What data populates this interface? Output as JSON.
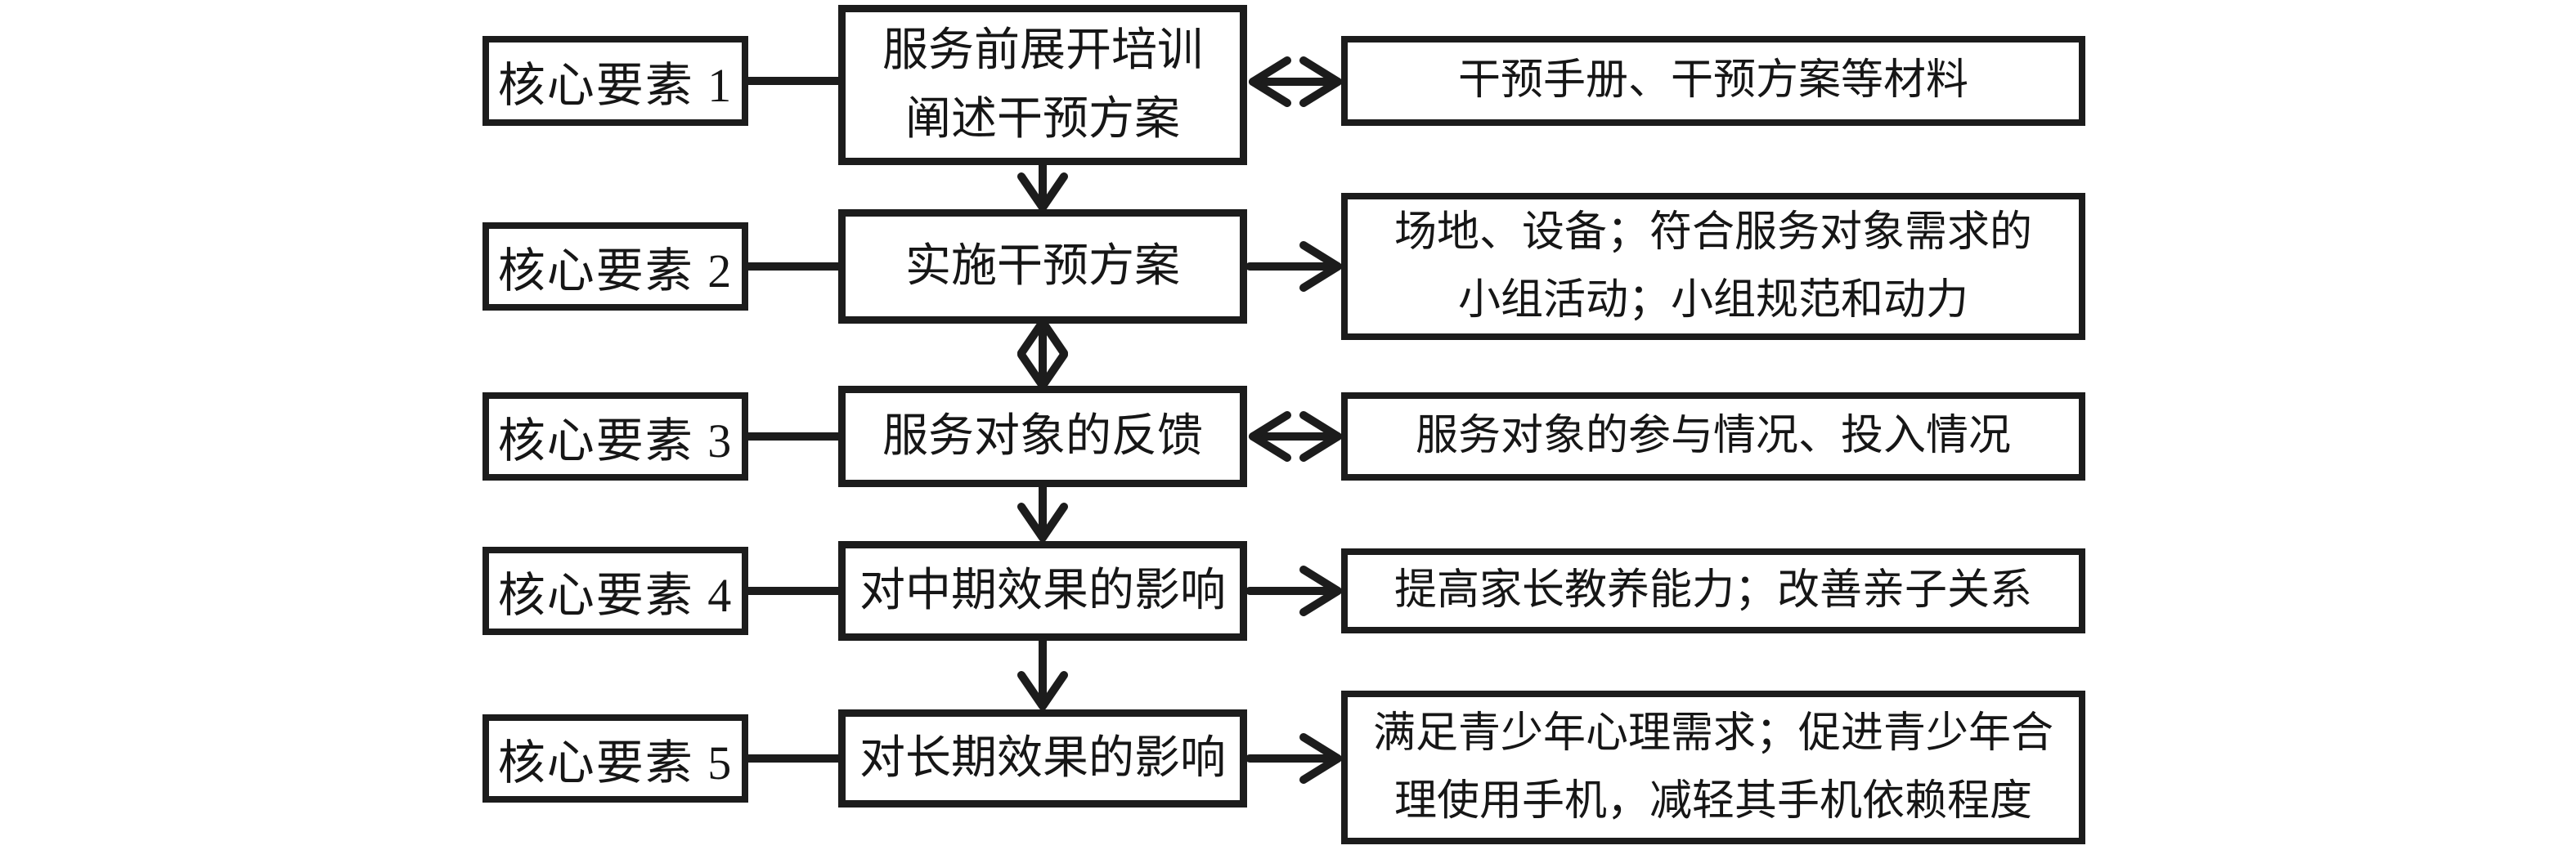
{
  "diagram": {
    "background": "#ffffff",
    "line_color": "#1c1c1c",
    "rows": [
      {
        "core": "核心要素 1",
        "process_lines": [
          "服务前展开培训",
          "阐述干预方案"
        ],
        "detail_lines": [
          "干预手册、干预方案等材料"
        ],
        "core_to_process_connector": "plain-line",
        "process_to_detail_connector": "double-headed-arrow",
        "connector_to_next_row": "down-arrow"
      },
      {
        "core": "核心要素 2",
        "process_lines": [
          "实施干预方案"
        ],
        "detail_lines": [
          "场地、设备；符合服务对象需求的",
          "小组活动；小组规范和动力"
        ],
        "core_to_process_connector": "plain-line",
        "process_to_detail_connector": "right-arrow",
        "connector_to_next_row": "double-headed-vertical-arrow"
      },
      {
        "core": "核心要素 3",
        "process_lines": [
          "服务对象的反馈"
        ],
        "detail_lines": [
          "服务对象的参与情况、投入情况"
        ],
        "core_to_process_connector": "plain-line",
        "process_to_detail_connector": "double-headed-arrow",
        "connector_to_next_row": "down-arrow"
      },
      {
        "core": "核心要素 4",
        "process_lines": [
          "对中期效果的影响"
        ],
        "detail_lines": [
          "提高家长教养能力；改善亲子关系"
        ],
        "core_to_process_connector": "plain-line",
        "process_to_detail_connector": "right-arrow",
        "connector_to_next_row": "down-arrow"
      },
      {
        "core": "核心要素 5",
        "process_lines": [
          "对长期效果的影响"
        ],
        "detail_lines": [
          "满足青少年心理需求；促进青少年合",
          "理使用手机，减轻其手机依赖程度"
        ],
        "core_to_process_connector": "plain-line",
        "process_to_detail_connector": "right-arrow",
        "connector_to_next_row": null
      }
    ]
  }
}
